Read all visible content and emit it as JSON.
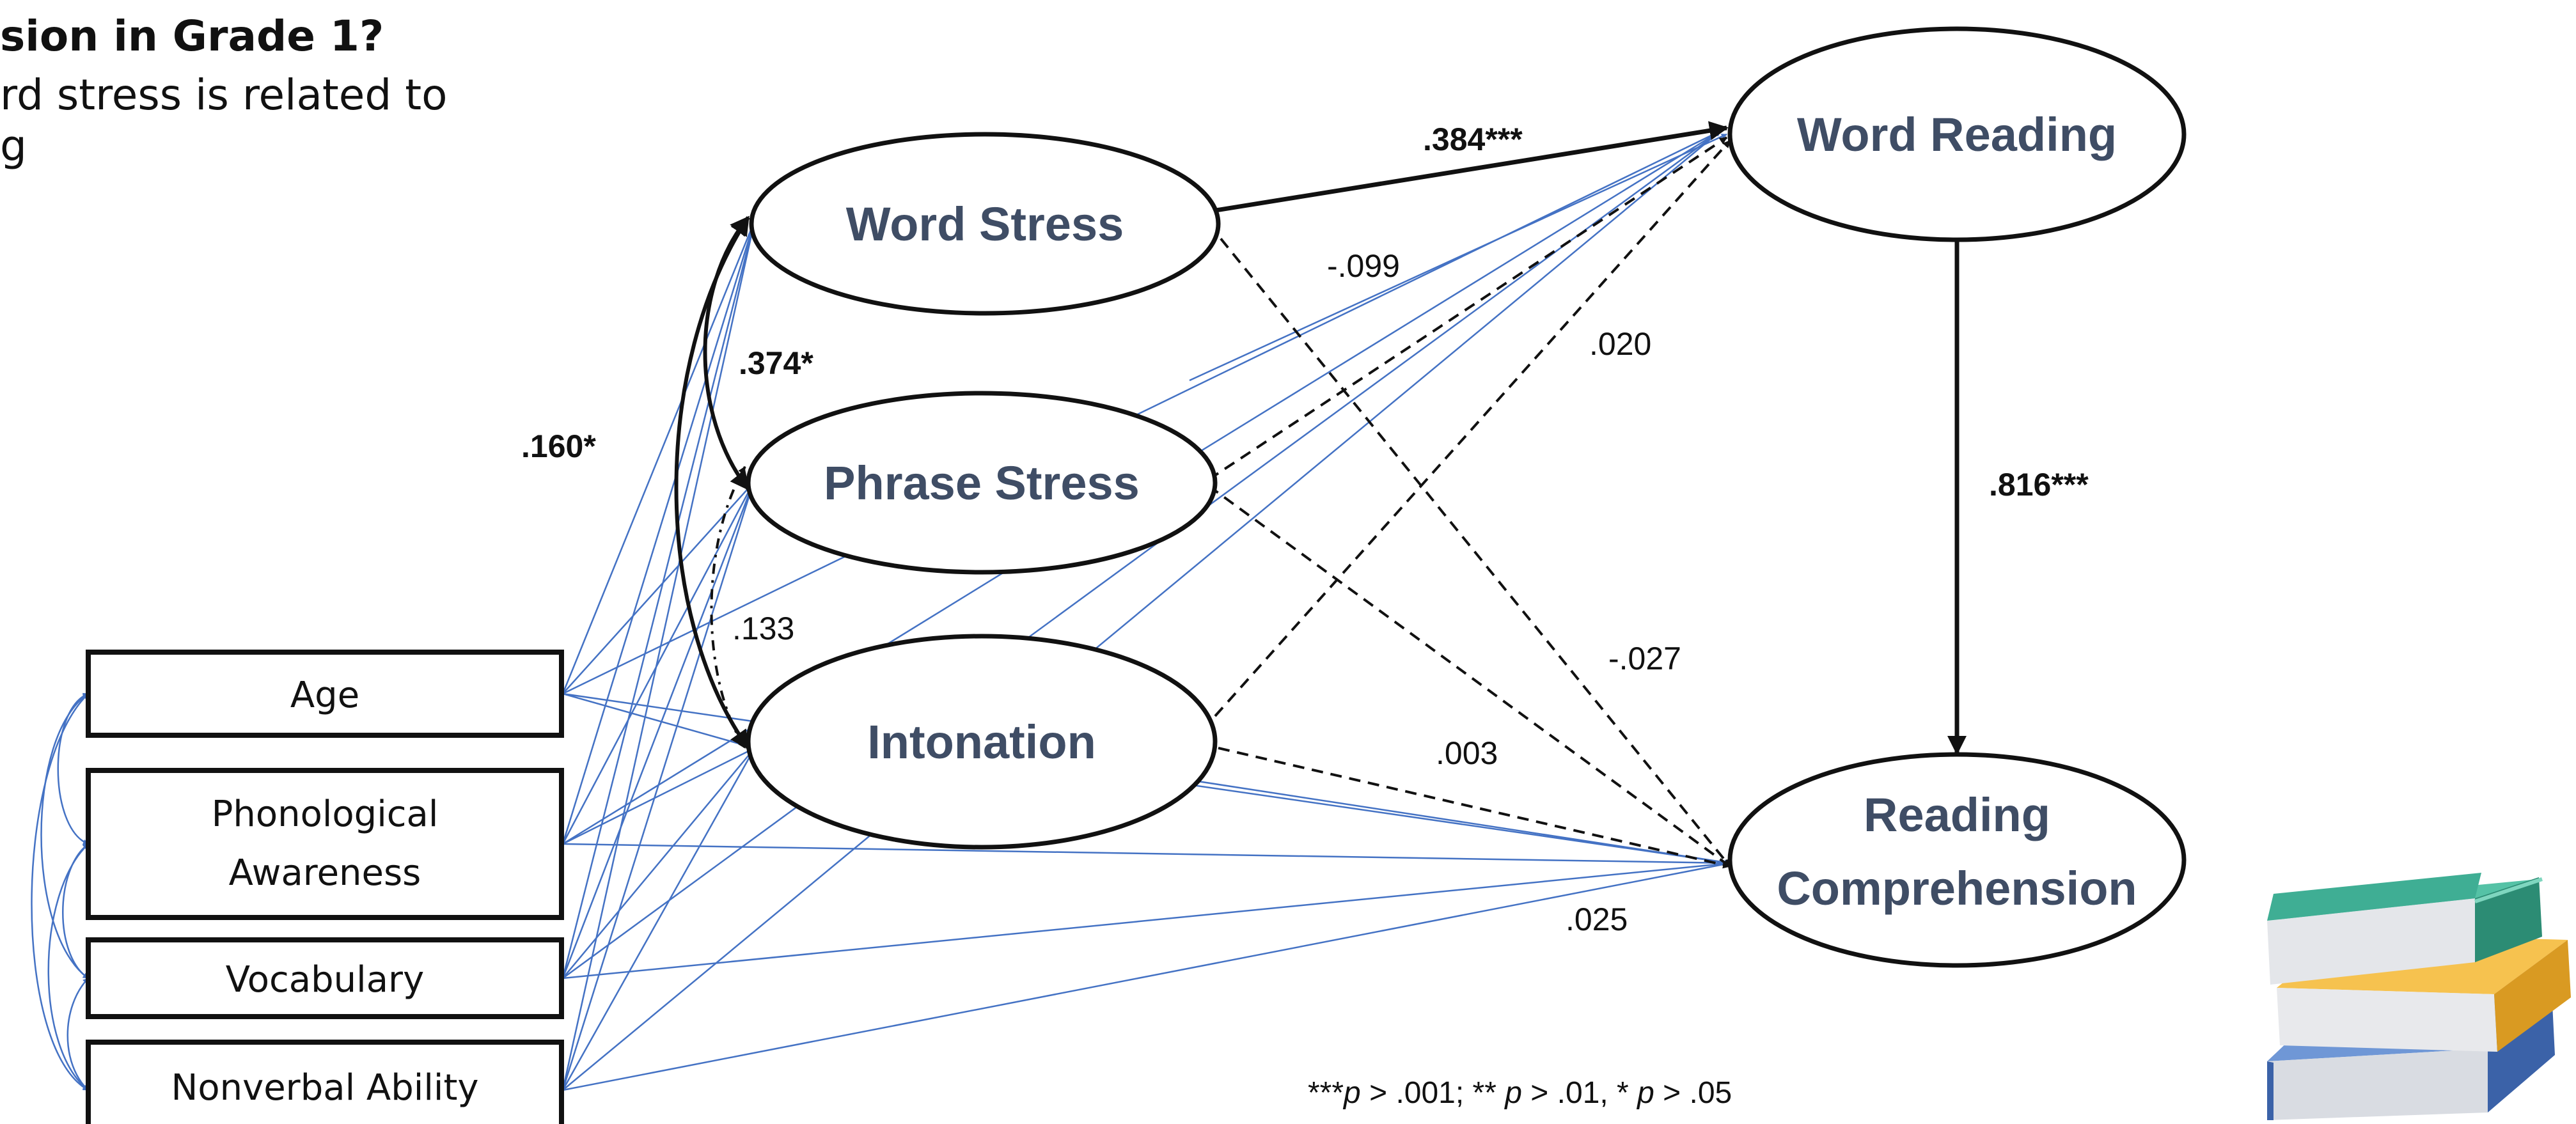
{
  "header": {
    "title": "sion in Grade 1?",
    "lines": [
      "rd stress is related to",
      "g"
    ]
  },
  "colors": {
    "latent_text": "#3f4d65",
    "predictor_path": "#4472c4",
    "book_green": "#3fae94",
    "book_orange": "#f2b33d",
    "book_blue": "#4d78c0"
  },
  "latents": {
    "word_stress": "Word Stress",
    "phrase_stress": "Phrase Stress",
    "intonation": "Intonation",
    "word_reading": "Word Reading",
    "reading_comp": [
      "Reading",
      "Comprehension"
    ]
  },
  "observed": {
    "age": [
      "Age"
    ],
    "phonological": [
      "Phonological",
      "Awareness"
    ],
    "vocabulary": [
      "Vocabulary"
    ],
    "nonverbal": [
      "Nonverbal Ability"
    ]
  },
  "coefficients": {
    "ws_wr": ".384***",
    "ps_wr": "-.099",
    "int_wr": ".020",
    "wr_rc": ".816***",
    "ws_ps_cov": ".374*",
    "ws_int_cov": ".160*",
    "ps_int_cov": ".133",
    "ws_rc": "-.027",
    "int_rc": ".003",
    "ps_rc": ".025"
  },
  "note": {
    "p1": "***",
    "p1v": " > .001; ** ",
    "p2v": " > .01, * ",
    "p3v": " > .05",
    "pvar": "p"
  },
  "decor": {
    "icon": "books-icon"
  }
}
